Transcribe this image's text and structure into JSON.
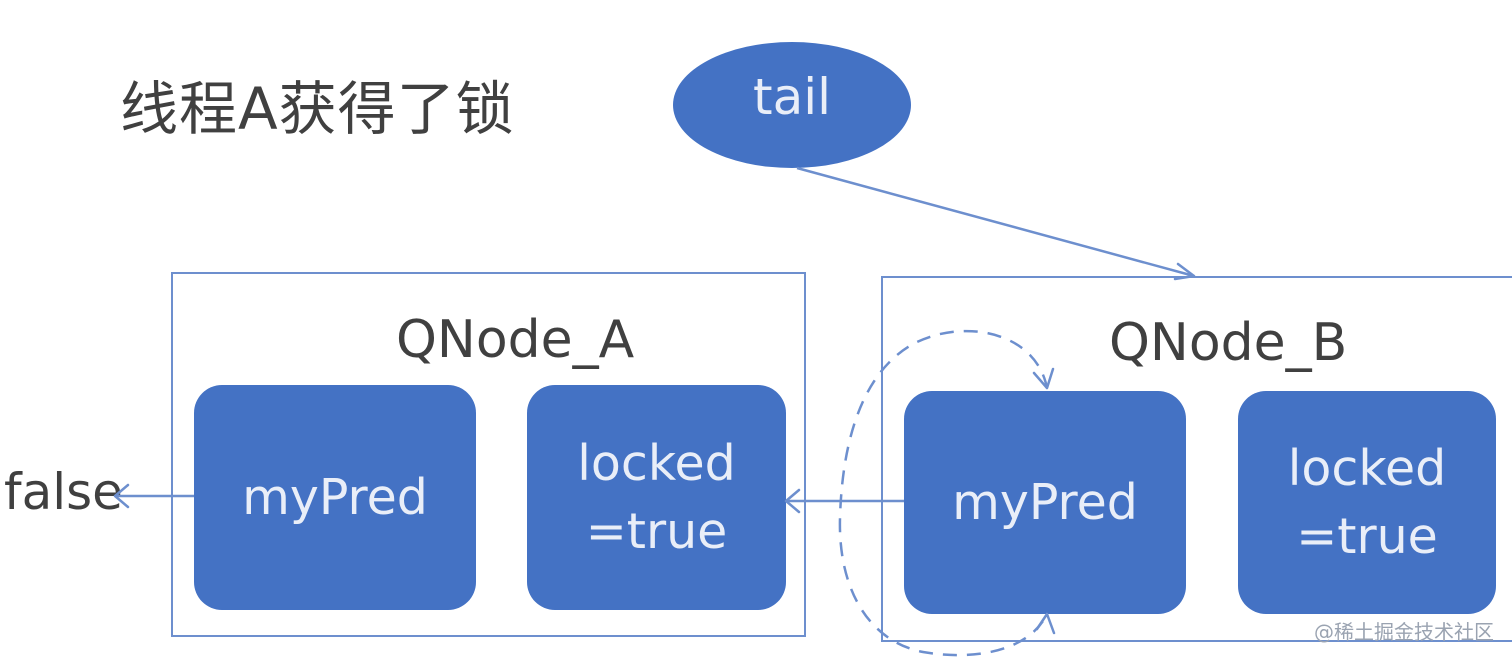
{
  "title": "线程A获得了锁",
  "tail": {
    "label": "tail"
  },
  "nodes": {
    "a": {
      "title": "QNode_A",
      "my_pred": "myPred",
      "locked_line1": "locked",
      "locked_line2": "=true"
    },
    "b": {
      "title": "QNode_B",
      "my_pred": "myPred",
      "locked_line1": "locked",
      "locked_line2": "=true"
    }
  },
  "false_label": "false",
  "watermark": "@稀土掘金技术社区",
  "colors": {
    "node_fill": "#4472c4",
    "node_text": "#e9eef8",
    "box_stroke": "#6d8fce",
    "arrow_stroke": "#6d8fce",
    "title_text": "#404040",
    "watermark_text": "#9aa3b1"
  }
}
